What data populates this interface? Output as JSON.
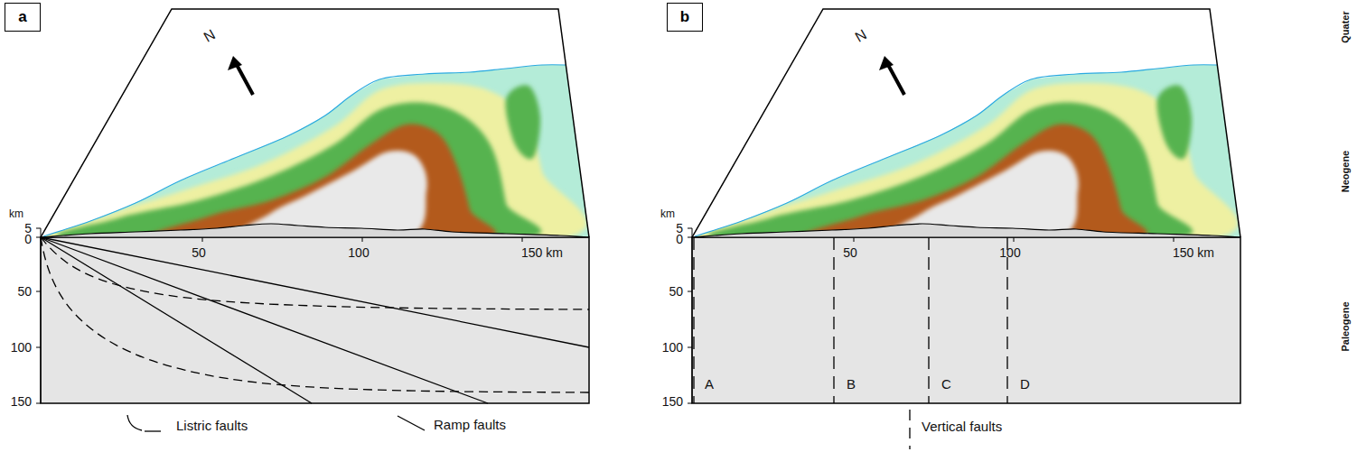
{
  "diagram": {
    "nodes": [
      {
        "text": [
          "a"
        ]
      },
      {
        "text": [
          "b"
        ]
      }
    ],
    "labels": [
      "N",
      "km",
      "5",
      "0",
      "50",
      "100",
      "150",
      "50",
      "100",
      "150 km",
      "N",
      "km",
      "5",
      "0",
      "50",
      "100",
      "150",
      "50",
      "100",
      "150 km",
      "A",
      "B",
      "C",
      "D",
      "Quater",
      "Neogene",
      "Paleogene"
    ],
    "legend": [
      {
        "text": "Listric faults"
      },
      {
        "text": "Ramp faults"
      },
      {
        "text": "Vertical faults"
      }
    ]
  }
}
